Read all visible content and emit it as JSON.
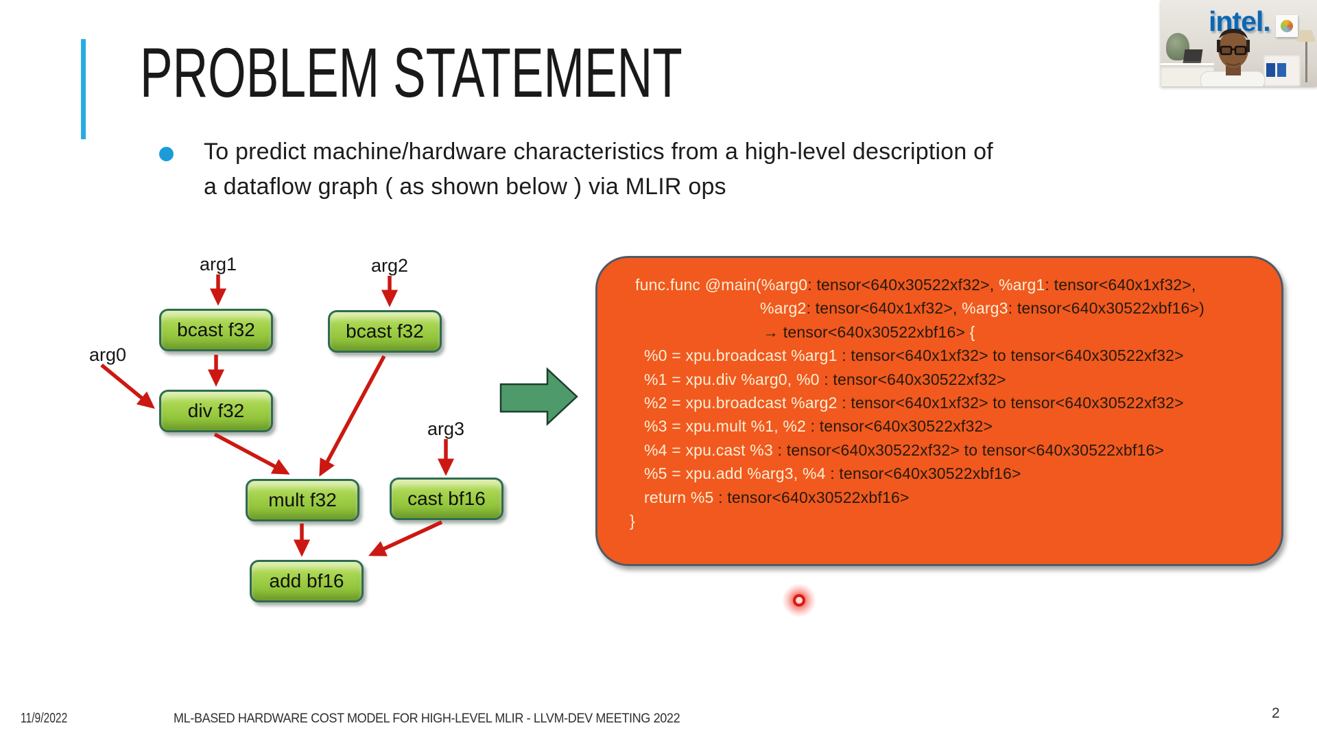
{
  "slide": {
    "title": "PROBLEM STATEMENT",
    "bullet_line1": "To predict machine/hardware characteristics from a high-level description of",
    "bullet_line2": "a dataflow graph ( as shown below ) via MLIR ops",
    "footer_date": "11/9/2022",
    "footer_title": "ML-BASED HARDWARE COST MODEL FOR HIGH-LEVEL MLIR  - LLVM-DEV MEETING 2022",
    "page_number": "2"
  },
  "graph": {
    "arg_labels": {
      "arg0": "arg0",
      "arg1": "arg1",
      "arg2": "arg2",
      "arg3": "arg3"
    },
    "nodes": {
      "bcast1": "bcast f32",
      "bcast2": "bcast f32",
      "div": "div f32",
      "mult": "mult f32",
      "cast": "cast bf16",
      "add": "add bf16"
    },
    "edges": [
      "arg1 -> bcast1",
      "arg2 -> bcast2",
      "arg0 -> div",
      "bcast1 -> div",
      "div -> mult",
      "bcast2 -> mult",
      "arg3 -> cast",
      "mult -> add",
      "cast -> add"
    ]
  },
  "code": {
    "lines": [
      {
        "cls": "l-func",
        "segs": [
          {
            "c": "cream",
            "t": "func.func @main(%arg0"
          },
          {
            "c": "dark",
            "t": ": tensor<640x30522xf32>, "
          },
          {
            "c": "cream",
            "t": "%arg1"
          },
          {
            "c": "dark",
            "t": ": tensor<640x1xf32>,"
          }
        ]
      },
      {
        "cls": "l-args",
        "segs": [
          {
            "c": "cream",
            "t": "%arg2"
          },
          {
            "c": "dark",
            "t": ": tensor<640x1xf32>, "
          },
          {
            "c": "cream",
            "t": "%arg3"
          },
          {
            "c": "dark",
            "t": ": tensor<640x30522xbf16>)"
          }
        ]
      },
      {
        "cls": "l-arrow",
        "segs": [
          {
            "c": "dark",
            "t": "→ tensor<640x30522xbf16> "
          },
          {
            "c": "cream",
            "t": "{"
          }
        ]
      },
      {
        "cls": "l-body",
        "segs": [
          {
            "c": "cream",
            "t": "%0 = xpu.broadcast %arg1 "
          },
          {
            "c": "dark",
            "t": ": tensor<640x1xf32> to tensor<640x30522xf32>"
          }
        ]
      },
      {
        "cls": "l-body",
        "segs": [
          {
            "c": "cream",
            "t": "%1 = xpu.div %arg0, %0 "
          },
          {
            "c": "dark",
            "t": ": tensor<640x30522xf32>"
          }
        ]
      },
      {
        "cls": "l-body",
        "segs": [
          {
            "c": "cream",
            "t": "%2 = xpu.broadcast %arg2 "
          },
          {
            "c": "dark",
            "t": ": tensor<640x1xf32> to tensor<640x30522xf32>"
          }
        ]
      },
      {
        "cls": "l-body",
        "segs": [
          {
            "c": "cream",
            "t": "%3 = xpu.mult %1, %2 "
          },
          {
            "c": "dark",
            "t": ": tensor<640x30522xf32>"
          }
        ]
      },
      {
        "cls": "l-body",
        "segs": [
          {
            "c": "cream",
            "t": "%4 = xpu.cast %3 "
          },
          {
            "c": "dark",
            "t": ": tensor<640x30522xf32> to tensor<640x30522xbf16>"
          }
        ]
      },
      {
        "cls": "l-body",
        "segs": [
          {
            "c": "cream",
            "t": "%5 = xpu.add %arg3, %4 "
          },
          {
            "c": "dark",
            "t": ": tensor<640x30522xbf16>"
          }
        ]
      },
      {
        "cls": "l-body",
        "segs": [
          {
            "c": "cream",
            "t": "return %5 "
          },
          {
            "c": "dark",
            "t": ": tensor<640x30522xbf16>"
          }
        ]
      },
      {
        "cls": "l-close",
        "segs": [
          {
            "c": "cream",
            "t": "}"
          }
        ]
      }
    ]
  },
  "webcam": {
    "logo_text": "intel."
  },
  "colors": {
    "accent_blue": "#29ABE2",
    "bullet_blue": "#1B9BD8",
    "code_box_orange": "#F1591F",
    "code_cream": "#FBF0D5",
    "code_dark": "#241a0e",
    "node_border": "#2E6B52",
    "arrow_red": "#CC1812",
    "block_arrow_green": "#4E9A6B",
    "intel_blue": "#0A68B4"
  }
}
